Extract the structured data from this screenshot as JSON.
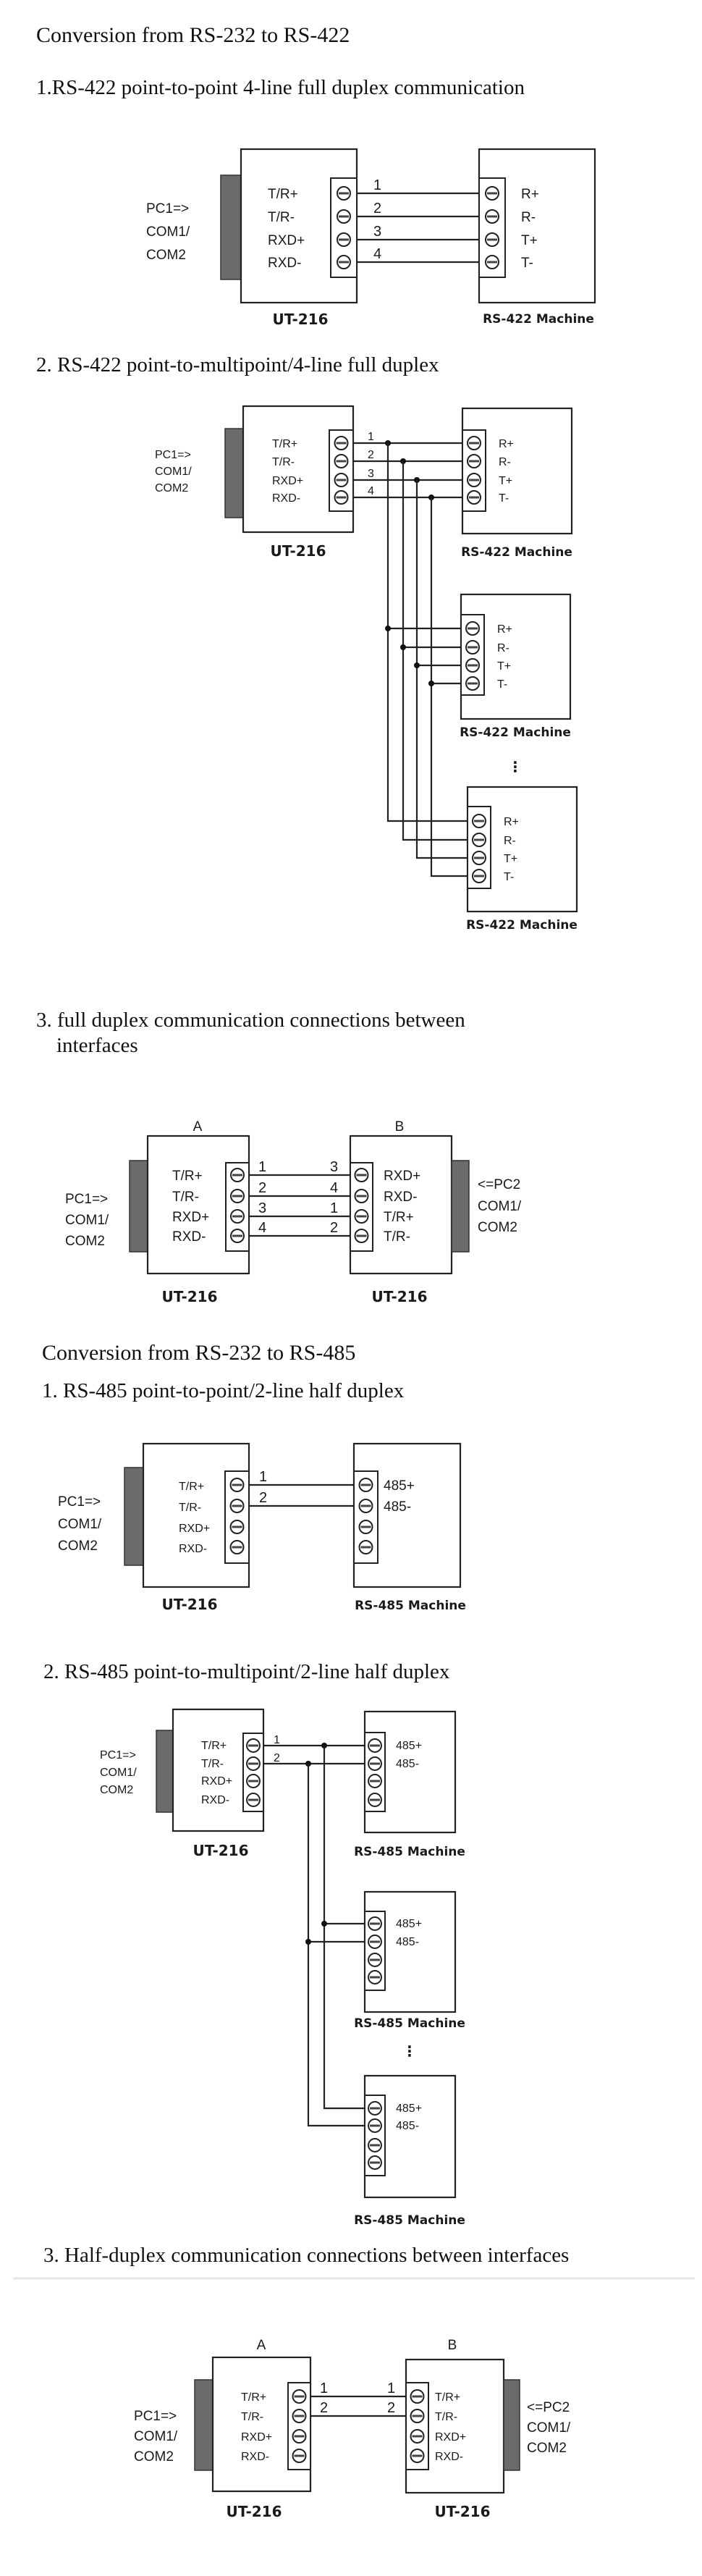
{
  "rs422": {
    "title": "Conversion from RS-232 to RS-422",
    "sec1": {
      "heading": "1.RS-422 point-to-point 4-line full duplex communication",
      "pc_label": [
        "PC1=>",
        "COM1/",
        "COM2"
      ],
      "device_pins": [
        "T/R+",
        "T/R-",
        "RXD+",
        "RXD-"
      ],
      "wire_numbers": [
        "1",
        "2",
        "3",
        "4"
      ],
      "machine_pins": [
        "R+",
        "R-",
        "T+",
        "T-"
      ],
      "device_caption": "UT-216",
      "machine_caption": "RS-422 Machine"
    },
    "sec2": {
      "heading": "2. RS-422 point-to-multipoint/4-line full duplex",
      "pc_label": [
        "PC1=>",
        "COM1/",
        "COM2"
      ],
      "device_pins": [
        "T/R+",
        "T/R-",
        "RXD+",
        "RXD-"
      ],
      "wire_numbers": [
        "1",
        "2",
        "3",
        "4"
      ],
      "machine_pins": [
        "R+",
        "R-",
        "T+",
        "T-"
      ],
      "device_caption": "UT-216",
      "machine_caption": "RS-422 Machine",
      "ellipsis": "⋮"
    },
    "sec3": {
      "heading_line1": "3.   full duplex communication connections between",
      "heading_line2": "interfaces",
      "unit_a_label": "A",
      "unit_b_label": "B",
      "pc1_label": [
        "PC1=>",
        "COM1/",
        "COM2"
      ],
      "pc2_label": [
        "<=PC2",
        "COM1/",
        "COM2"
      ],
      "a_pins": [
        "T/R+",
        "T/R-",
        "RXD+",
        "RXD-"
      ],
      "a_wire_numbers": [
        "1",
        "2",
        "3",
        "4"
      ],
      "b_wire_numbers": [
        "3",
        "4",
        "1",
        "2"
      ],
      "b_pins": [
        "RXD+",
        "RXD-",
        "T/R+",
        "T/R-"
      ],
      "device_caption": "UT-216"
    }
  },
  "rs485": {
    "title": "Conversion from RS-232 to RS-485",
    "sec1": {
      "heading": "1. RS-485 point-to-point/2-line half duplex",
      "pc_label": [
        "PC1=>",
        "COM1/",
        "COM2"
      ],
      "device_pins": [
        "T/R+",
        "T/R-",
        "RXD+",
        "RXD-"
      ],
      "wire_numbers": [
        "1",
        "2"
      ],
      "machine_pins": [
        "485+",
        "485-"
      ],
      "device_caption": "UT-216",
      "machine_caption": "RS-485 Machine"
    },
    "sec2": {
      "heading": "2. RS-485 point-to-multipoint/2-line half duplex",
      "pc_label": [
        "PC1=>",
        "COM1/",
        "COM2"
      ],
      "device_pins": [
        "T/R+",
        "T/R-",
        "RXD+",
        "RXD-"
      ],
      "wire_numbers": [
        "1",
        "2"
      ],
      "machine_pins": [
        "485+",
        "485-"
      ],
      "device_caption": "UT-216",
      "machine_caption": "RS-485 Machine",
      "ellipsis": "⋮"
    },
    "sec3": {
      "heading": "3. Half-duplex communication connections between interfaces",
      "unit_a_label": "A",
      "unit_b_label": "B",
      "pc1_label": [
        "PC1=>",
        "COM1/",
        "COM2"
      ],
      "pc2_label": [
        "<=PC2",
        "COM1/",
        "COM2"
      ],
      "a_pins": [
        "T/R+",
        "T/R-",
        "RXD+",
        "RXD-"
      ],
      "b_pins": [
        "T/R+",
        "T/R-",
        "RXD+",
        "RXD-"
      ],
      "wire_numbers": [
        "1",
        "2"
      ],
      "device_caption": "UT-216"
    }
  },
  "colors": {
    "line": "#222222",
    "connector": "#6b6b6b",
    "background": "#ffffff"
  }
}
